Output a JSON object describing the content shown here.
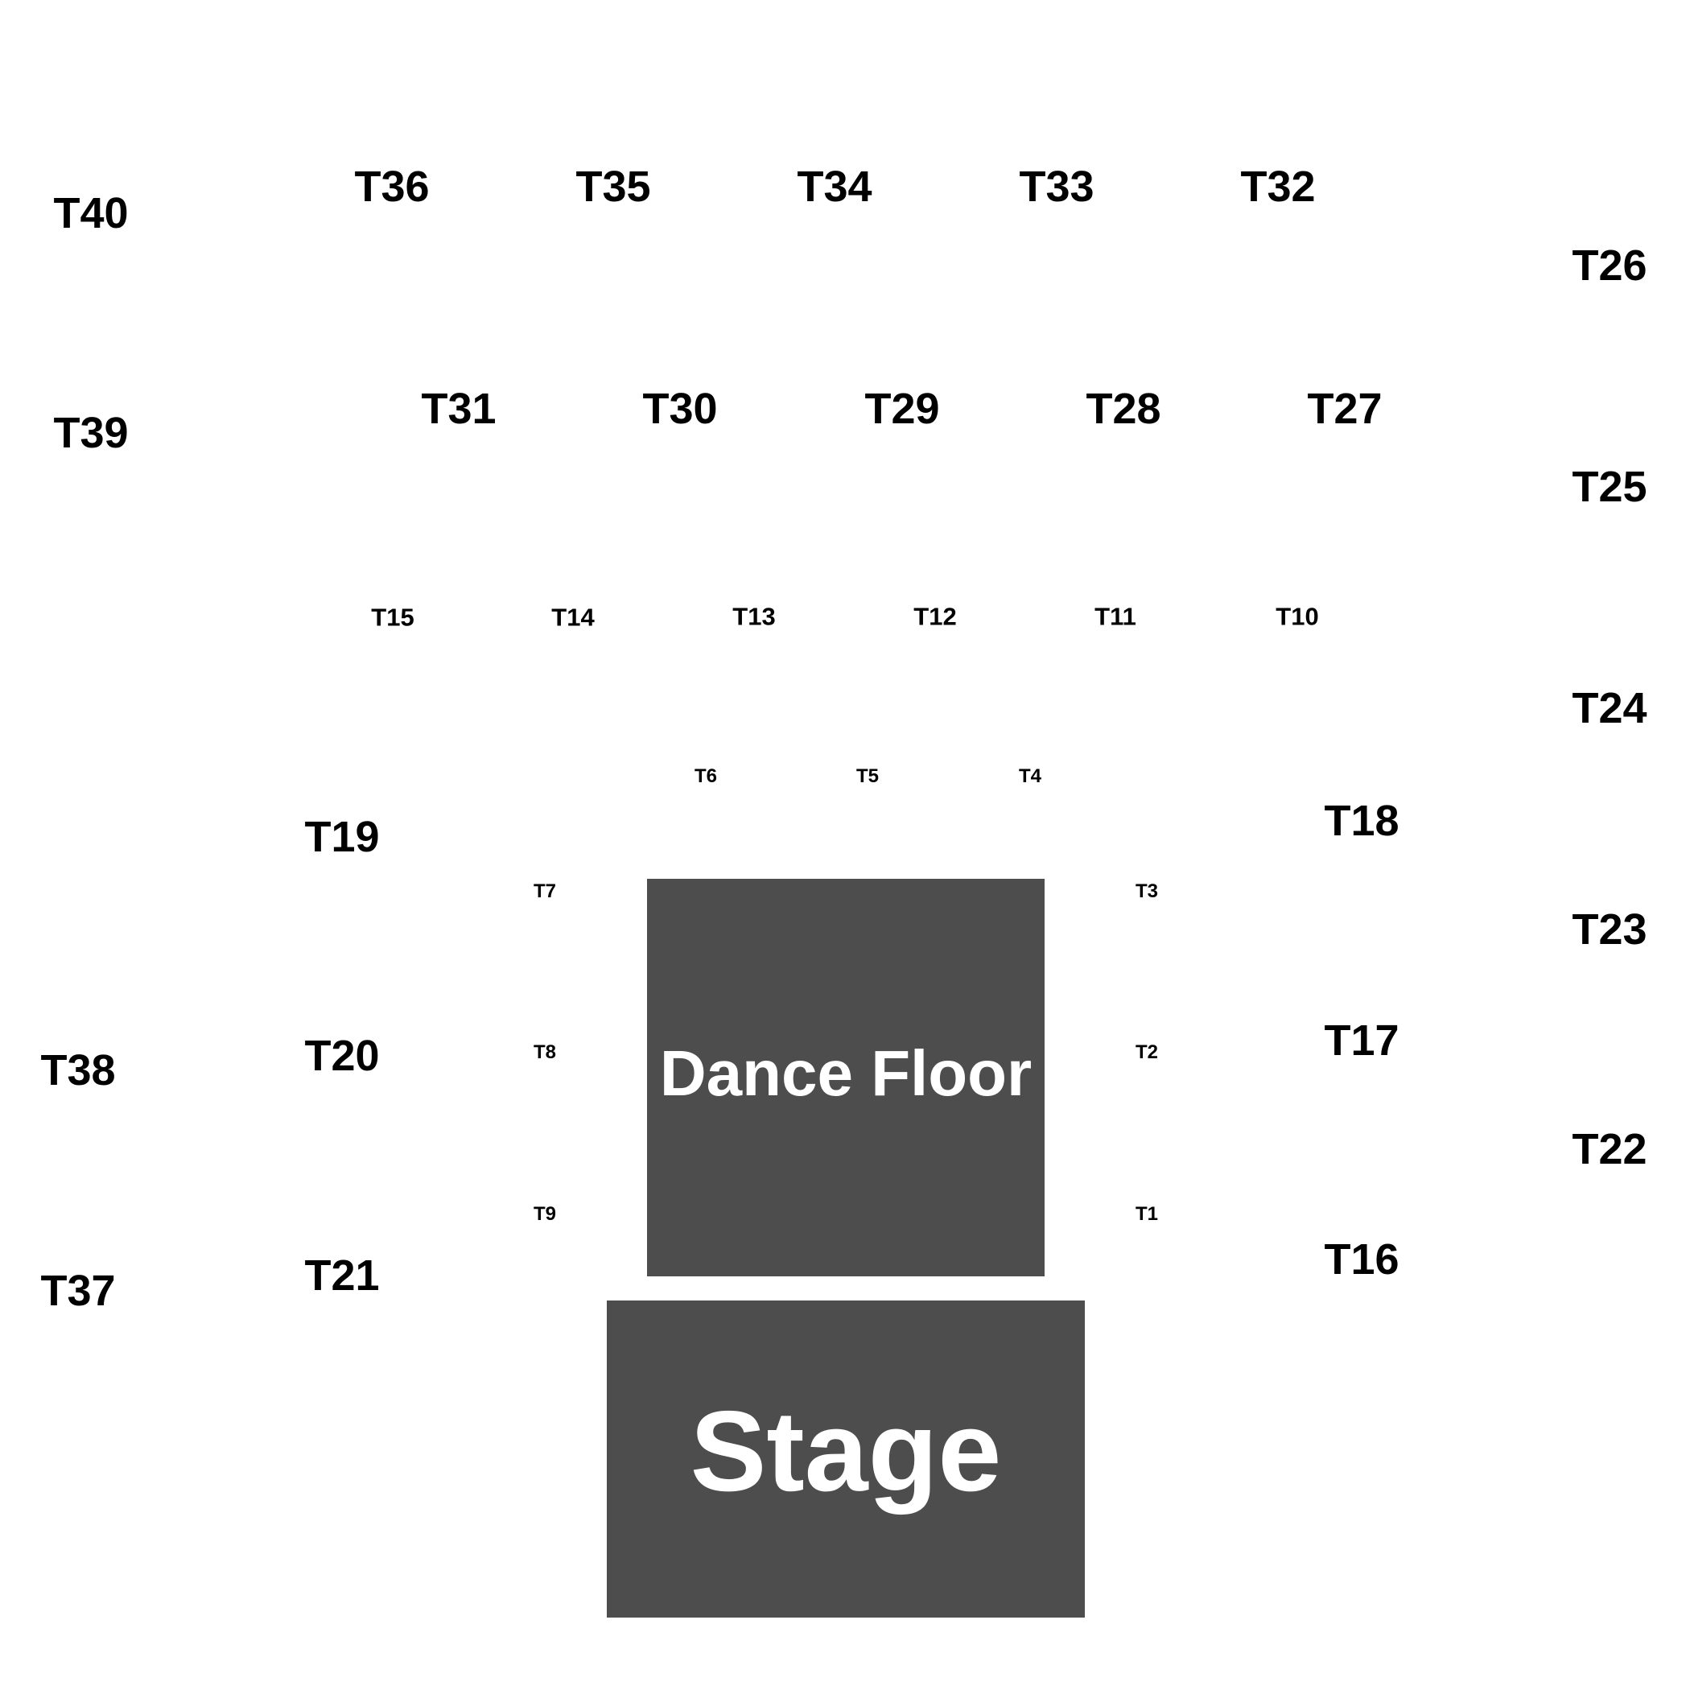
{
  "venue": {
    "dance_floor_label": "Dance Floor",
    "stage_label": "Stage",
    "block_color": "#4d4d4d",
    "label_color": "#000000"
  },
  "tables": {
    "T1": "T1",
    "T2": "T2",
    "T3": "T3",
    "T4": "T4",
    "T5": "T5",
    "T6": "T6",
    "T7": "T7",
    "T8": "T8",
    "T9": "T9",
    "T10": "T10",
    "T11": "T11",
    "T12": "T12",
    "T13": "T13",
    "T14": "T14",
    "T15": "T15",
    "T16": "T16",
    "T17": "T17",
    "T18": "T18",
    "T19": "T19",
    "T20": "T20",
    "T21": "T21",
    "T22": "T22",
    "T23": "T23",
    "T24": "T24",
    "T25": "T25",
    "T26": "T26",
    "T27": "T27",
    "T28": "T28",
    "T29": "T29",
    "T30": "T30",
    "T31": "T31",
    "T32": "T32",
    "T33": "T33",
    "T34": "T34",
    "T35": "T35",
    "T36": "T36",
    "T37": "T37",
    "T38": "T38",
    "T39": "T39",
    "T40": "T40"
  }
}
